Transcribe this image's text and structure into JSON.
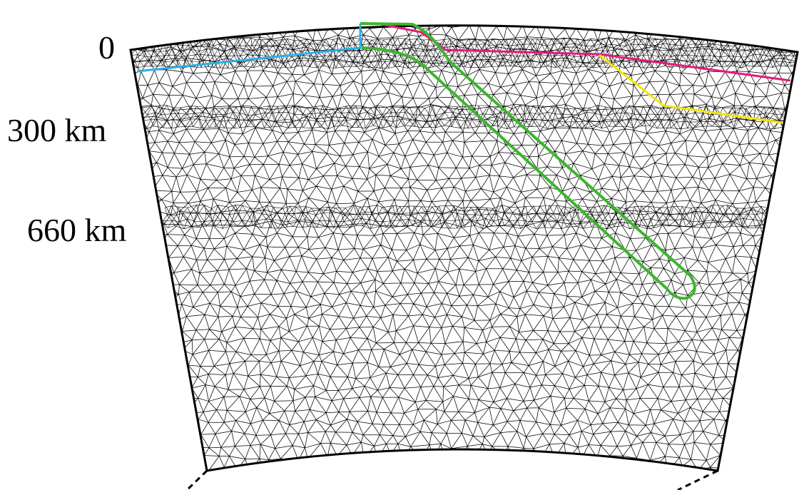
{
  "depth_labels": {
    "surface": "0",
    "upper": "300 km",
    "transition": "660 km"
  },
  "colors": {
    "mesh": "#000000",
    "overriding_plate_boundary": "#e8197e",
    "subducting_plate_surface": "#2ab0e6",
    "slab_outline": "#3db52e",
    "inner_boundary": "#f2e600"
  }
}
